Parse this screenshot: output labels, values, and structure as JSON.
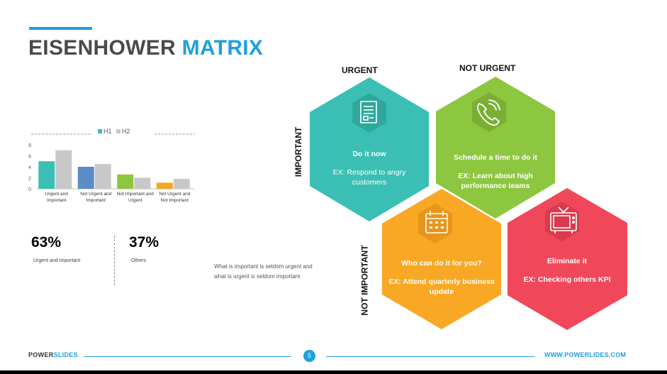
{
  "title": {
    "part1": "EISENHOWER",
    "part2": "MATRIX"
  },
  "chart_data": {
    "type": "bar",
    "categories": [
      "Urgent and Important",
      "Not Urgent and Important",
      "Not Important and Urgent",
      "Not Urgent and Not Important"
    ],
    "category_lines": [
      [
        "Urgent and",
        "Important"
      ],
      [
        "Not Urgent and",
        "Important"
      ],
      [
        "Not Important and",
        "Urgent"
      ],
      [
        "Not Urgent and",
        "Not Important"
      ]
    ],
    "series": [
      {
        "name": "H1",
        "values": [
          5,
          4,
          2.6,
          1.1
        ],
        "colors": [
          "#3bbfb4",
          "#5b8cc8",
          "#8dc63f",
          "#f5a623"
        ]
      },
      {
        "name": "H2",
        "values": [
          7,
          4.5,
          2,
          1.8
        ],
        "color": "#c8c8c8"
      }
    ],
    "yticks": [
      0,
      2,
      4,
      6,
      8
    ],
    "ylim": [
      0,
      8
    ],
    "legend_position": "top"
  },
  "stats": [
    {
      "value": "63%",
      "label": "Urgent and Important",
      "color": "#3bbfb4"
    },
    {
      "value": "37%",
      "label": "Others",
      "color": "#c8c8c8"
    }
  ],
  "quote": "What is important is seldom urgent and what is urgent is seldom important",
  "labels": {
    "urgent": "URGENT",
    "not_urgent": "NOT URGENT",
    "important": "IMPORTANT",
    "not_important": "NOT IMPORTANT"
  },
  "quadrants": [
    {
      "heading": "Do it now",
      "detail": "EX: Respond to angry customers",
      "color": "#3bbfb4",
      "icon": "document-icon"
    },
    {
      "heading": "Schedule a time to do it",
      "detail": "EX: Learn about high performance teams",
      "color": "#8dc63f",
      "icon": "phone-icon"
    },
    {
      "heading": "Who can do it for you?",
      "detail": "EX: Attend quarterly business update",
      "color": "#f9a825",
      "icon": "calendar-icon"
    },
    {
      "heading": "Eliminate it",
      "detail": "EX: Checking others KPI",
      "color": "#f0485a",
      "icon": "tv-icon"
    }
  ],
  "footer": {
    "brand_a": "POWER",
    "brand_b": "SLIDES",
    "page": "5",
    "url": "WWW.POWERLIDES.COM"
  }
}
